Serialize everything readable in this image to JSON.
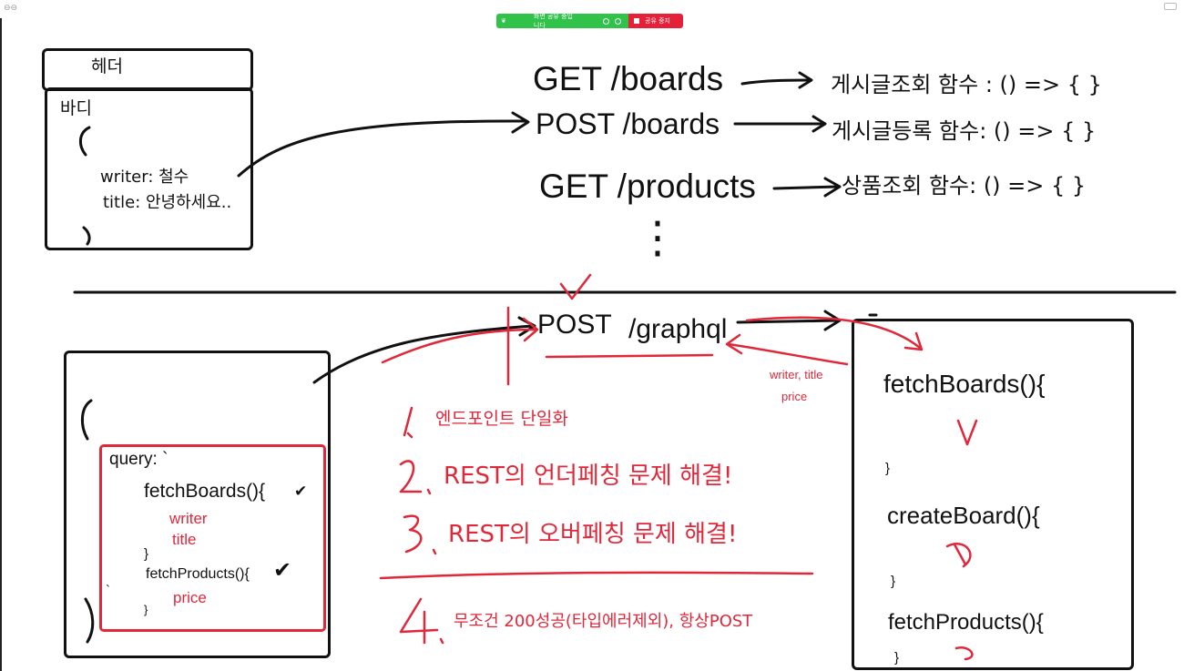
{
  "share_bar": {
    "status": "화면 공유 중입니다",
    "stop_label": "공유 중지"
  },
  "request_box": {
    "header": "헤더",
    "body": "바디",
    "open_brace": "{",
    "writer_line": "writer: 철수",
    "title_line": "title: 안녕하세요..",
    "close_brace": "}"
  },
  "rest_endpoints": [
    {
      "route": "GET /boards",
      "handler": "게시글조회 함수 : () => { }"
    },
    {
      "route": "POST /boards",
      "handler": "게시글등록 함수: () => { }"
    },
    {
      "route": "GET /products",
      "handler": "상품조회 함수: () => { }"
    }
  ],
  "ellipsis": "⋮",
  "graphql_endpoint": {
    "method": "POST",
    "path": "/graphql"
  },
  "response_note": {
    "line1": "writer, title",
    "line2": "price"
  },
  "query_box": {
    "open_brace": "{",
    "query_label": "query: `",
    "fetch_boards": "fetchBoards(){",
    "check1": "✔",
    "writer": "writer",
    "title": "title",
    "close1": "}",
    "fetch_products": "fetchProducts(){",
    "check2": "✔",
    "backtick": "`",
    "price": "price",
    "close2": "}",
    "close_brace": "}"
  },
  "benefits": [
    {
      "num": "1.",
      "text": "엔드포인트 단일화"
    },
    {
      "num": "2.",
      "text": "REST의 언더페칭 문제 해결!"
    },
    {
      "num": "3.",
      "text": "REST의 오버페칭 문제 해결!"
    },
    {
      "num": "4.",
      "text": "무조건 200성공(타입에러제외), 항상POST"
    }
  ],
  "resolver_box": {
    "fetch_boards": "fetchBoards(){",
    "close1": "}",
    "create_board": "createBoard(){",
    "close2": "}",
    "fetch_products": "fetchProducts(){",
    "close3": "}"
  },
  "colors": {
    "ink": "#111111",
    "red": "#e0283a",
    "share_green": "#31c24a",
    "share_red": "#e5213a"
  }
}
